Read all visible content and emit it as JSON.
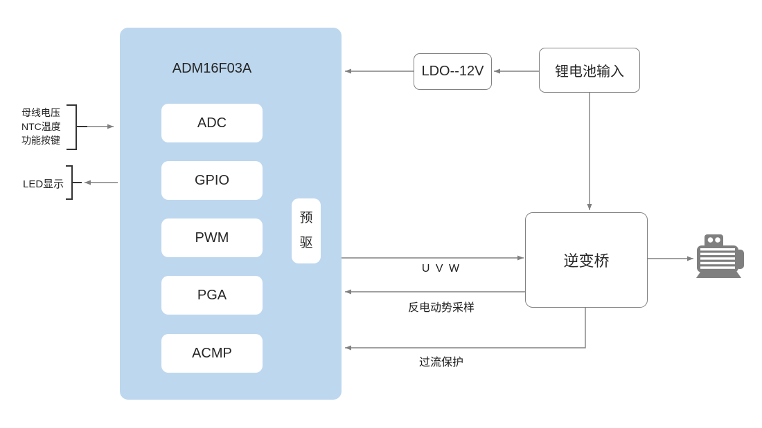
{
  "mcu": {
    "title": "ADM16F03A",
    "modules": [
      "ADC",
      "GPIO",
      "PWM",
      "PGA",
      "ACMP"
    ],
    "predriver": "预驱"
  },
  "external": {
    "input_group": [
      "母线电压",
      "NTC温度",
      "功能按键"
    ],
    "led_label": "LED显示",
    "ldo_label": "LDO--12V",
    "battery_label": "锂电池输入",
    "inverter_label": "逆变桥",
    "motor_icon": "motor-icon"
  },
  "signal_labels": {
    "uvw": "U V W",
    "back_emf": "反电动势采样",
    "overcurrent": "过流保护"
  },
  "colors": {
    "mcu_fill": "#BDD7EE",
    "module_fill": "#FFFFFF",
    "box_border": "#808080",
    "connector_line": "#808080",
    "bracket": "#333333",
    "text": "#1F1F1F",
    "motor_gray": "#7F7F7F"
  }
}
